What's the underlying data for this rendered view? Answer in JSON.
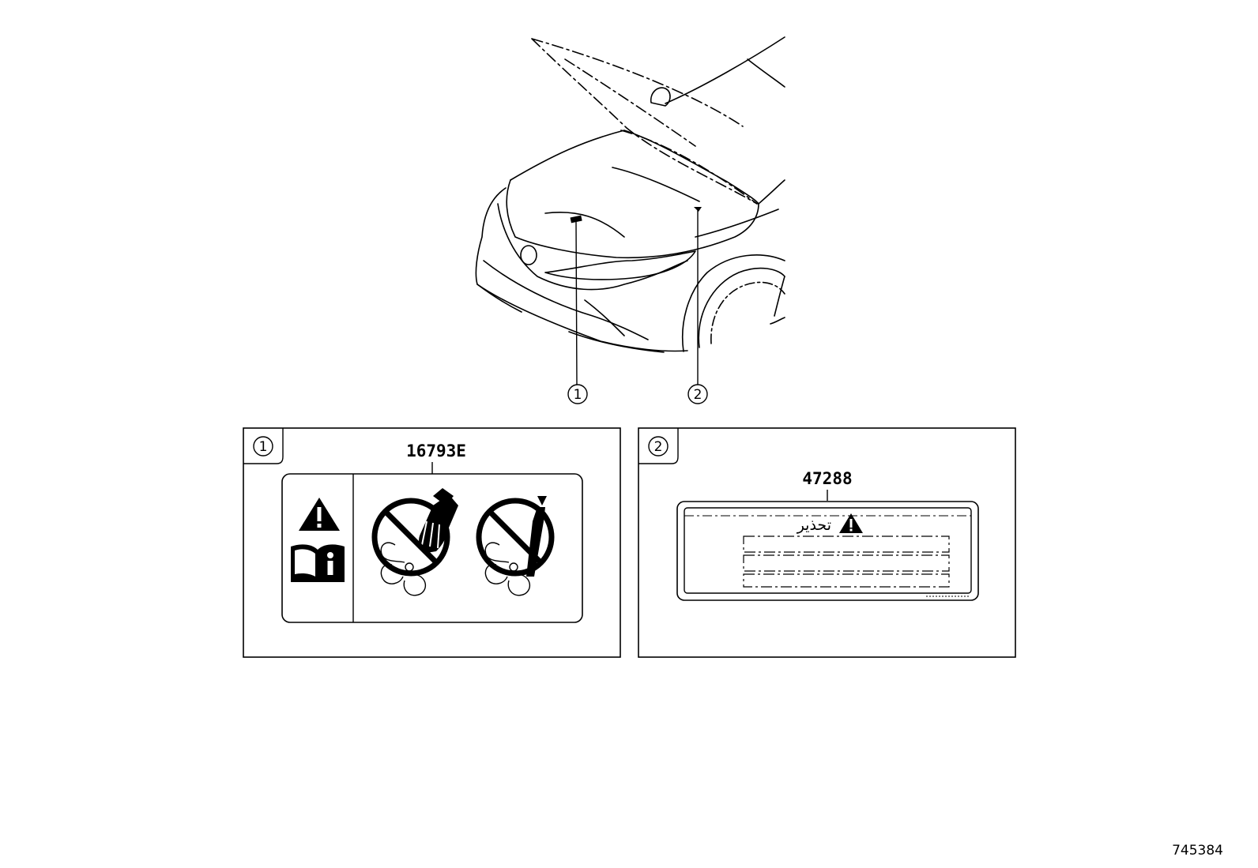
{
  "callouts": [
    {
      "number": "1",
      "part_number": "16793E"
    },
    {
      "number": "2",
      "part_number": "47288"
    }
  ],
  "label_2": {
    "warning_word": "تحذير"
  },
  "icons": [
    "warning-triangle-icon",
    "owners-manual-icon",
    "no-hand-near-fan-icon",
    "no-tool-near-fan-icon"
  ],
  "diagram_id": "745384"
}
